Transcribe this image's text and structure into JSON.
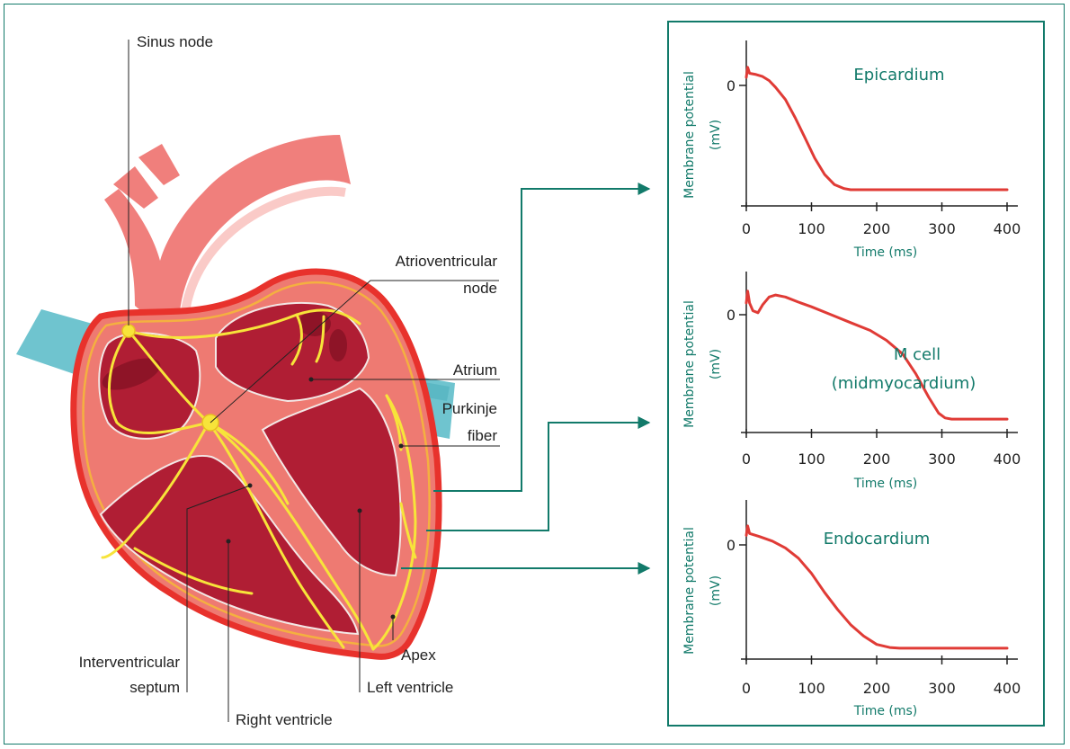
{
  "colors": {
    "frame": "#127a6a",
    "teal_text": "#127a6a",
    "curve": "#e03b36",
    "heart_outer": "#e8322c",
    "heart_muscle": "#ee7a72",
    "chamber": "#b01e34",
    "conduction": "#f7e43a",
    "vessel_teal": "#6fc4cf",
    "aorta": "#f07f7c"
  },
  "labels": {
    "sinus_node": "Sinus node",
    "av_node_line1": "Atrioventricular",
    "av_node_line2": "node",
    "atrium": "Atrium",
    "purkinje_line1": "Purkinje",
    "purkinje_line2": "fiber",
    "interventricular_line1": "Interventricular",
    "interventricular_line2": "septum",
    "right_ventricle": "Right ventricle",
    "left_ventricle": "Left ventricle",
    "apex": "Apex"
  },
  "chart_data": [
    {
      "type": "line",
      "annotation": "Epicardium",
      "xlabel": "Time (ms)",
      "ylabel_line1": "Membrane potential",
      "ylabel_line2": "(mV)",
      "xlim": [
        0,
        400
      ],
      "x_ticks": [
        "0",
        "100",
        "200",
        "300",
        "400"
      ],
      "y_tick": "0",
      "series": [
        {
          "x": [
            0,
            2,
            5,
            15,
            25,
            35,
            45,
            60,
            75,
            90,
            105,
            120,
            135,
            150,
            160,
            170,
            200,
            300,
            400
          ],
          "y": [
            20,
            45,
            30,
            27,
            22,
            12,
            -5,
            -35,
            -80,
            -130,
            -180,
            -220,
            -245,
            -255,
            -258,
            -258,
            -258,
            -258,
            -258
          ]
        }
      ]
    },
    {
      "type": "line",
      "annotation_line1": "M cell",
      "annotation_line2": "(midmyocardium)",
      "xlabel": "Time (ms)",
      "ylabel_line1": "Membrane potential",
      "ylabel_line2": "(mV)",
      "xlim": [
        0,
        400
      ],
      "x_ticks": [
        "0",
        "100",
        "200",
        "300",
        "400"
      ],
      "y_tick": "0",
      "series": [
        {
          "x": [
            0,
            2,
            5,
            10,
            18,
            25,
            35,
            45,
            60,
            80,
            100,
            130,
            160,
            190,
            215,
            240,
            260,
            280,
            295,
            305,
            315,
            340,
            400
          ],
          "y": [
            30,
            60,
            30,
            10,
            5,
            25,
            45,
            50,
            45,
            32,
            20,
            0,
            -20,
            -40,
            -65,
            -100,
            -150,
            -210,
            -250,
            -262,
            -265,
            -265,
            -265
          ]
        }
      ]
    },
    {
      "type": "line",
      "annotation": "Endocardium",
      "xlabel": "Time (ms)",
      "ylabel_line1": "Membrane potential",
      "ylabel_line2": "(mV)",
      "xlim": [
        0,
        400
      ],
      "x_ticks": [
        "0",
        "100",
        "200",
        "300",
        "400"
      ],
      "y_tick": "0",
      "series": [
        {
          "x": [
            0,
            2,
            5,
            20,
            40,
            60,
            80,
            100,
            120,
            140,
            160,
            180,
            200,
            220,
            235,
            260,
            400
          ],
          "y": [
            25,
            50,
            30,
            22,
            10,
            -8,
            -35,
            -75,
            -125,
            -170,
            -210,
            -240,
            -262,
            -270,
            -272,
            -272,
            -272
          ]
        }
      ]
    }
  ]
}
